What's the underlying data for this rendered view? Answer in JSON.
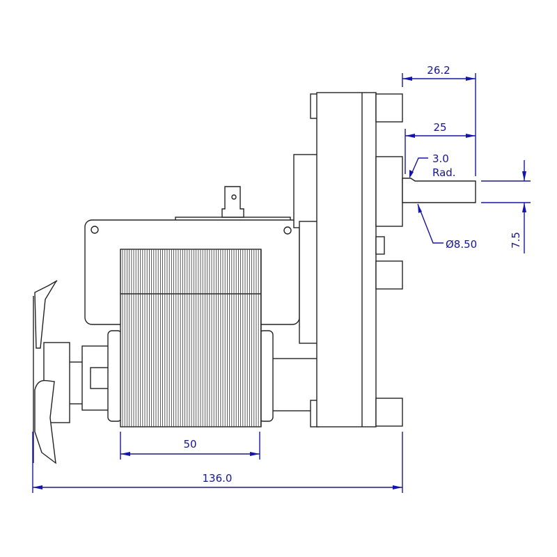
{
  "dimensions": {
    "overall_length": "136.0",
    "stator_width": "50",
    "shaft_total": "26.2",
    "shaft_length": "25",
    "fillet_radius": "3.0",
    "fillet_radius_unit": "Rad.",
    "shaft_diameter": "Ø8.50",
    "flat_depth": "7.5"
  },
  "colors": {
    "dimension": "#1010c8",
    "outline": "#222222"
  }
}
